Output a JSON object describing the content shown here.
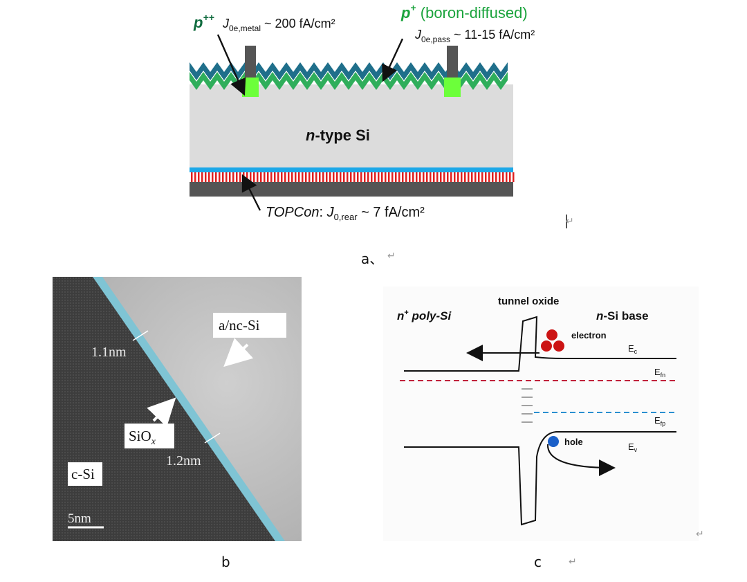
{
  "figure_a": {
    "p_plus_plus": "p",
    "p_plus_plus_sup": "++",
    "j_metal_prefix": "J",
    "j_metal_sub": "0e,metal",
    "j_metal_value": " ~ 200 fA/cm²",
    "p_plus": "p",
    "p_plus_sup": "+",
    "p_plus_desc": " (boron-diffused)",
    "j_pass_prefix": "J",
    "j_pass_sub": "0e,pass",
    "j_pass_value": " ~ 11-15 fA/cm²",
    "base_label_italic": "n",
    "base_label_rest": "-type Si",
    "topcon_name": "TOPCon",
    "topcon_colon": ": ",
    "topcon_j": "J",
    "topcon_sub": "0,rear",
    "topcon_value": " ~ 7 fA/cm²"
  },
  "figure_b": {
    "thickness_top": "1.1nm",
    "thickness_bottom": "1.2nm",
    "amorphous_label": "a/nc-Si",
    "oxide_label": "SiO",
    "oxide_sub": "x",
    "substrate_label": "c-Si",
    "scalebar_label": "5nm"
  },
  "figure_c": {
    "left_region_sup": "+",
    "left_region_n": "n",
    "left_region_rest": " poly-Si",
    "barrier_label": "tunnel oxide",
    "right_region_n": "n",
    "right_region_rest": "-Si base",
    "electron_label": "electron",
    "hole_label": "hole",
    "ec_label": "E",
    "ec_sub": "c",
    "efn_label": "E",
    "efn_sub": "fn",
    "efp_label": "E",
    "efp_sub": "fp",
    "ev_label": "E",
    "ev_sub": "v"
  },
  "captions": {
    "a": "a、",
    "b": "b",
    "c": "c"
  },
  "marks": {
    "return": "↵",
    "cursor": "|"
  },
  "colors": {
    "p_label_green": "#1aa33c",
    "p_plus_plus_green": "#0f6b3e",
    "texture_blue": "#1f6f8b",
    "texture_green": "#2fae5b",
    "contact_green": "#6cff3a",
    "substrate_gray": "#dcdcdc",
    "metal_gray": "#555555",
    "tunnel_blue": "#1ca8e8",
    "poly_red": "#e02020",
    "efn_red": "#c0203a",
    "efp_blue": "#2a8fd0",
    "electron_red": "#cc1414",
    "hole_blue": "#1a5fc8",
    "oxide_cyan": "#7fc4d4"
  }
}
